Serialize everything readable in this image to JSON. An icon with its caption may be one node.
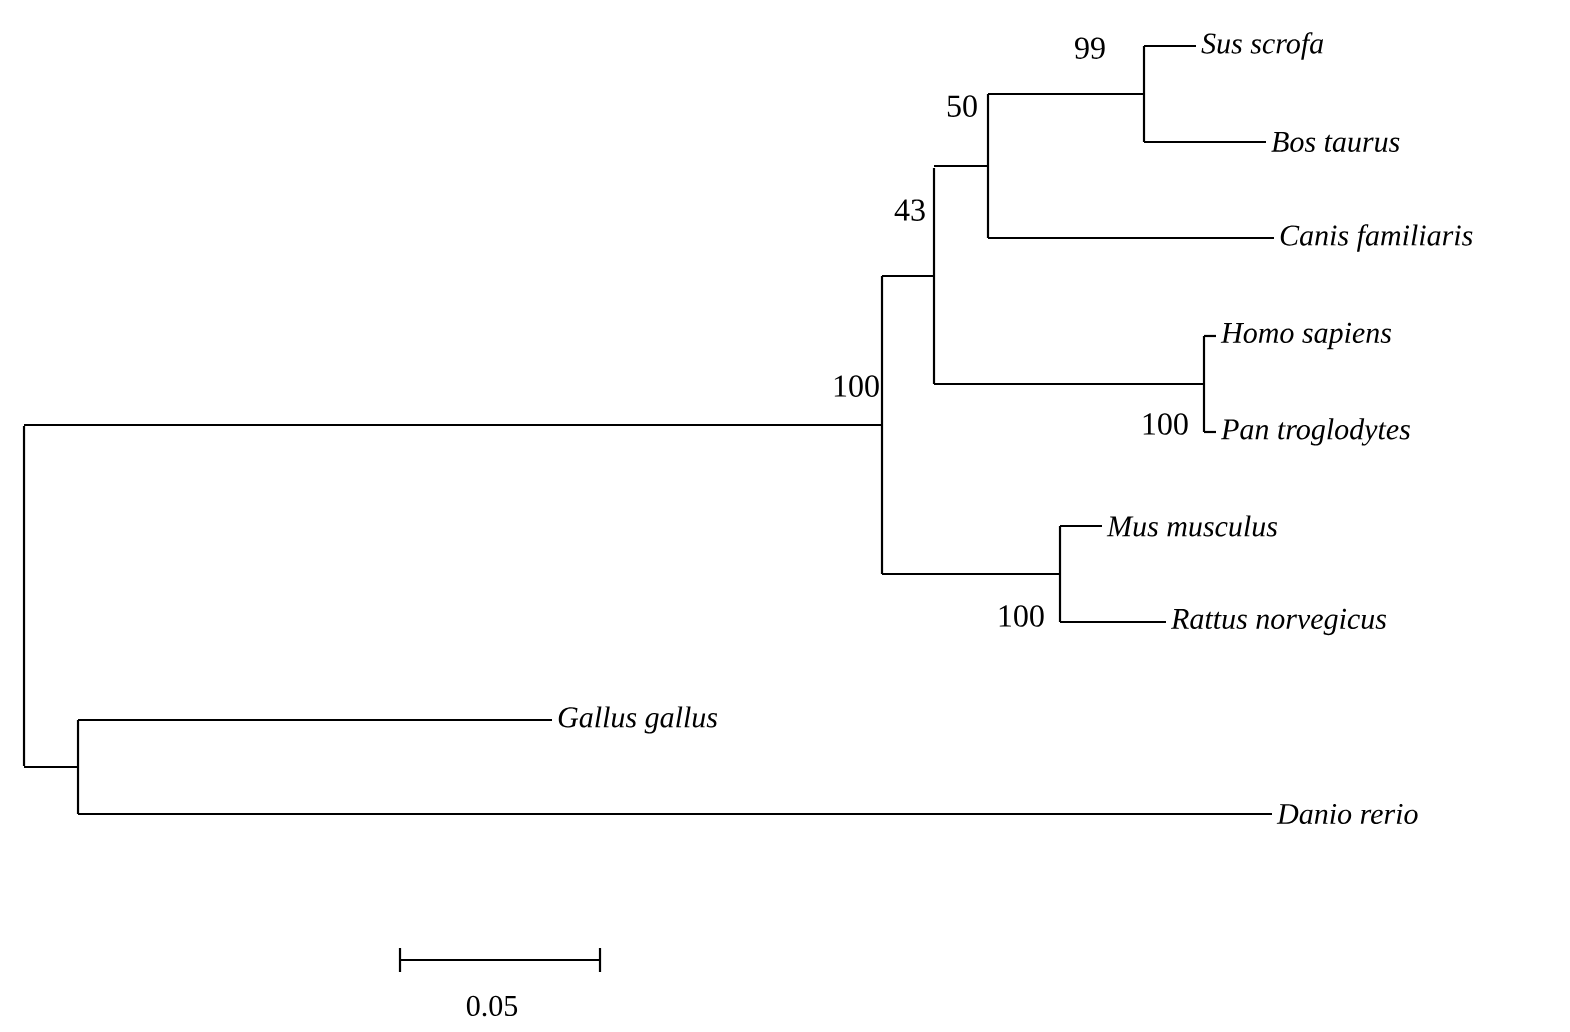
{
  "diagram": {
    "nodes": [
      {
        "text": [],
        "shape": "bar"
      },
      {
        "text": [],
        "shape": "bar",
        "beside": [
          "100"
        ]
      },
      {
        "text": [],
        "shape": "bar",
        "beside": [
          "43"
        ]
      },
      {
        "text": [],
        "shape": "bar",
        "beside": [
          "50"
        ]
      },
      {
        "text": [],
        "shape": "bar",
        "beside": [
          "99"
        ]
      },
      {
        "text": [
          "Sus scrofa"
        ]
      },
      {
        "text": [
          "Bos taurus"
        ]
      },
      {
        "text": [
          "Canis familiaris"
        ]
      },
      {
        "text": [],
        "shape": "bar",
        "beside": [
          "100"
        ]
      },
      {
        "text": [
          "Homo sapiens"
        ]
      },
      {
        "text": [
          "Pan troglodytes"
        ]
      },
      {
        "text": [],
        "shape": "bar",
        "beside": [
          "100"
        ]
      },
      {
        "text": [
          "Mus musculus"
        ]
      },
      {
        "text": [
          "Rattus norvegicus"
        ]
      },
      {
        "text": [],
        "shape": "bar"
      },
      {
        "text": [
          "Gallus gallus"
        ]
      },
      {
        "text": [
          "Danio rerio"
        ]
      }
    ],
    "edges": [
      {
        "from": 0,
        "to": 1,
        "arrow": "none"
      },
      {
        "from": 1,
        "to": 2,
        "arrow": "none"
      },
      {
        "from": 2,
        "to": 3,
        "arrow": "none"
      },
      {
        "from": 3,
        "to": 4,
        "arrow": "none"
      },
      {
        "from": 4,
        "to": 5,
        "arrow": "none"
      },
      {
        "from": 4,
        "to": 6,
        "arrow": "none"
      },
      {
        "from": 3,
        "to": 7,
        "arrow": "none"
      },
      {
        "from": 2,
        "to": 8,
        "arrow": "none"
      },
      {
        "from": 8,
        "to": 9,
        "arrow": "none"
      },
      {
        "from": 8,
        "to": 10,
        "arrow": "none"
      },
      {
        "from": 1,
        "to": 11,
        "arrow": "none"
      },
      {
        "from": 11,
        "to": 12,
        "arrow": "none"
      },
      {
        "from": 11,
        "to": 13,
        "arrow": "none"
      },
      {
        "from": 0,
        "to": 14,
        "arrow": "none"
      },
      {
        "from": 14,
        "to": 15,
        "arrow": "none"
      },
      {
        "from": 14,
        "to": 16,
        "arrow": "none"
      }
    ],
    "labels": [
      "0.05"
    ]
  }
}
